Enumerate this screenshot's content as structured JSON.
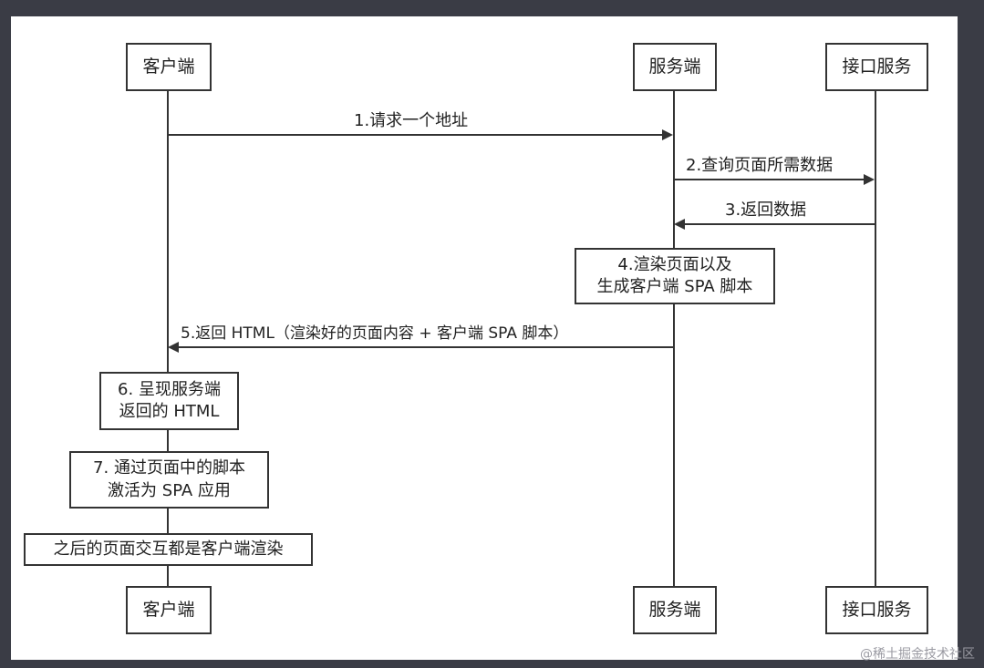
{
  "participants": {
    "client": "客户端",
    "server": "服务端",
    "api": "接口服务"
  },
  "messages": {
    "m1": "1.请求一个地址",
    "m2": "2.查询页面所需数据",
    "m3": "3.返回数据",
    "m5": "5.返回 HTML（渲染好的页面内容 + 客户端 SPA 脚本）"
  },
  "notes": {
    "n4": [
      "4.渲染页面以及",
      "生成客户端 SPA 脚本"
    ],
    "n6": [
      "6. 呈现服务端",
      "返回的 HTML"
    ],
    "n7": [
      "7. 通过页面中的脚本",
      "激活为 SPA 应用"
    ],
    "n8": "之后的页面交互都是客户端渲染"
  },
  "watermark": "@稀土掘金技术社区"
}
